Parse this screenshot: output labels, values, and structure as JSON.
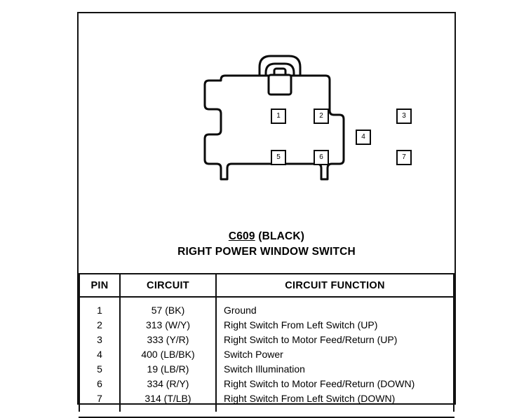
{
  "caption": {
    "connector_id": "C609",
    "color": "(BLACK)",
    "description": "RIGHT POWER WINDOW SWITCH"
  },
  "connector": {
    "name": "7-way-connector-face-view",
    "pins": [
      {
        "number": "1"
      },
      {
        "number": "2"
      },
      {
        "number": "3"
      },
      {
        "number": "4"
      },
      {
        "number": "5"
      },
      {
        "number": "6"
      },
      {
        "number": "7"
      }
    ]
  },
  "table": {
    "headers": {
      "pin": "PIN",
      "circuit": "CIRCUIT",
      "function": "CIRCUIT FUNCTION"
    },
    "rows": [
      {
        "pin": "1",
        "circuit": "57 (BK)",
        "function": "Ground"
      },
      {
        "pin": "2",
        "circuit": "313 (W/Y)",
        "function": "Right Switch From Left Switch (UP)"
      },
      {
        "pin": "3",
        "circuit": "333 (Y/R)",
        "function": "Right Switch to Motor Feed/Return (UP)"
      },
      {
        "pin": "4",
        "circuit": "400 (LB/BK)",
        "function": "Switch Power"
      },
      {
        "pin": "5",
        "circuit": "19 (LB/R)",
        "function": "Switch Illumination"
      },
      {
        "pin": "6",
        "circuit": "334 (R/Y)",
        "function": "Right Switch to Motor Feed/Return (DOWN)"
      },
      {
        "pin": "7",
        "circuit": "314 (T/LB)",
        "function": "Right Switch From Left Switch (DOWN)"
      }
    ]
  },
  "colors": {
    "line": "#101010",
    "background": "#ffffff"
  }
}
